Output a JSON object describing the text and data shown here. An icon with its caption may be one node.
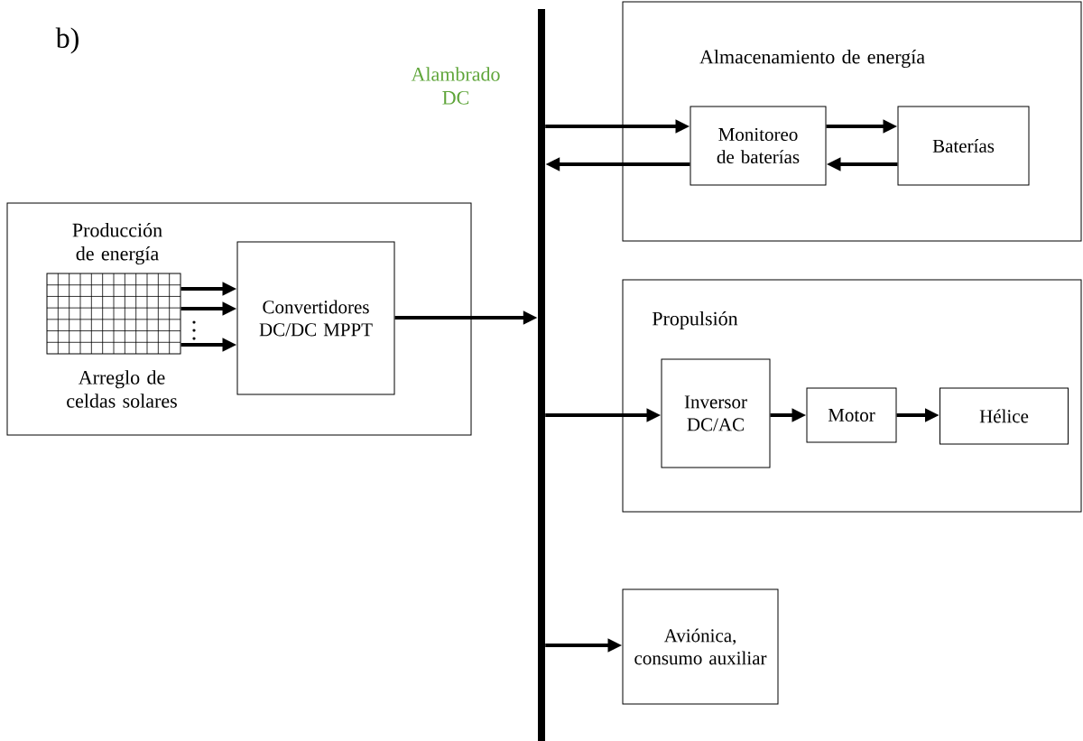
{
  "diagram": {
    "nodes": [
      {
        "text": [
          "Producción de energía"
        ]
      },
      {
        "text": [],
        "shape": "picture",
        "in": 0,
        "beside": [
          "Arreglo de celdas solares"
        ]
      },
      {
        "text": [
          "Convertidores DC/DC MPPT"
        ],
        "in": 0
      },
      {
        "text": [],
        "shape": "bar",
        "beside": [
          "Alambrado DC"
        ]
      },
      {
        "text": [
          "Almacenamiento de energía"
        ]
      },
      {
        "text": [
          "Monitoreo de baterías"
        ],
        "in": 4
      },
      {
        "text": [
          "Baterías"
        ],
        "in": 4
      },
      {
        "text": [
          "Propulsión"
        ]
      },
      {
        "text": [
          "Inversor DC/AC"
        ],
        "in": 7
      },
      {
        "text": [
          "Motor"
        ],
        "in": 7
      },
      {
        "text": [
          "Hélice"
        ],
        "in": 7
      },
      {
        "text": [
          "Aviónica, consumo auxiliar"
        ]
      }
    ],
    "edges": [
      {
        "from": 1,
        "to": 2,
        "arrow": "to"
      },
      {
        "from": 1,
        "to": 2,
        "arrow": "to"
      },
      {
        "from": 1,
        "to": 2,
        "arrow": "to"
      },
      {
        "from": 2,
        "to": 3,
        "arrow": "to"
      },
      {
        "from": 3,
        "to": 5,
        "arrow": "to"
      },
      {
        "from": 5,
        "to": 3,
        "arrow": "to"
      },
      {
        "from": 5,
        "to": 6,
        "arrow": "to"
      },
      {
        "from": 6,
        "to": 5,
        "arrow": "to"
      },
      {
        "from": 3,
        "to": 8,
        "arrow": "to"
      },
      {
        "from": 8,
        "to": 9,
        "arrow": "to"
      },
      {
        "from": 9,
        "to": 10,
        "arrow": "to"
      },
      {
        "from": 3,
        "to": 11,
        "arrow": "to"
      }
    ],
    "labels": [
      "b)"
    ]
  }
}
